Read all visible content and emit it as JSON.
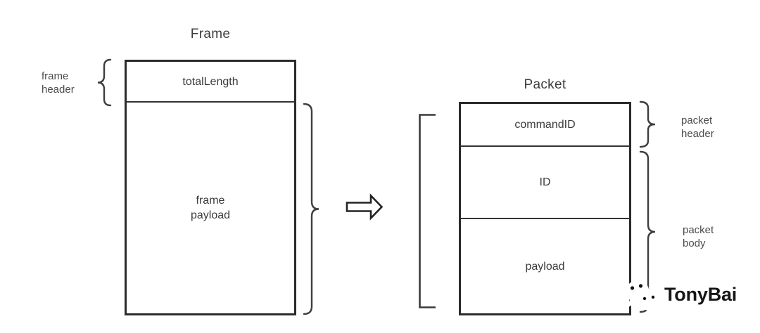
{
  "colors": {
    "background": "#ffffff",
    "box_border": "#2b2b2b",
    "divider": "#333333",
    "brace_stroke": "#3e3e3e",
    "title_text": "#3d3d3d",
    "box_text": "#3b3b3b",
    "side_label_text": "#4c4c4c",
    "arrow_outline": "#232323",
    "arrow_fill": "#ffffff",
    "signature_text": "#161616"
  },
  "frame_diagram": {
    "title": "Frame",
    "header_field": "totalLength",
    "payload_field": {
      "line1": "frame",
      "line2": "payload"
    },
    "header_brace_label": {
      "line1": "frame",
      "line2": "header"
    }
  },
  "packet_diagram": {
    "title": "Packet",
    "fields": {
      "command_id": "commandID",
      "id": "ID",
      "payload": "payload"
    },
    "header_brace_label": {
      "line1": "packet",
      "line2": "header"
    },
    "body_brace_label": {
      "line1": "packet",
      "line2": "body"
    }
  },
  "icons": {
    "arrow": "right-arrow-icon",
    "signature": "wechat-icon"
  },
  "signature": {
    "name": "TonyBai"
  }
}
